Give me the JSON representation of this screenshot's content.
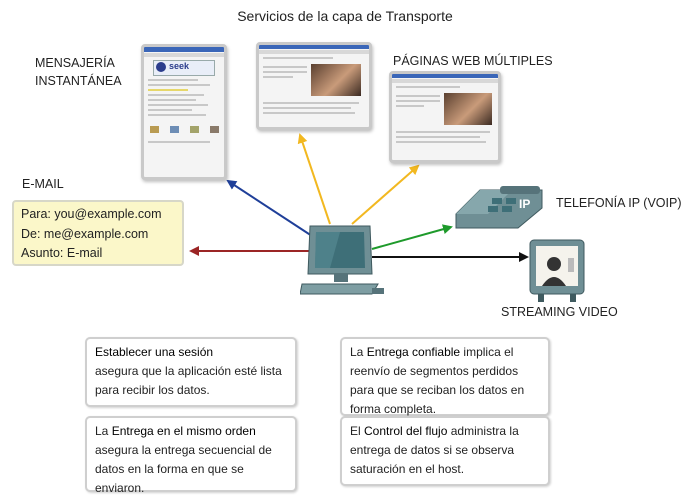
{
  "title": "Servicios de la capa de Transporte",
  "labels": {
    "im": [
      "MENSAJERÍA",
      "INSTANTÁNEA"
    ],
    "web": "PÁGINAS WEB MÚLTIPLES",
    "email": "E-MAIL",
    "voip": "TELEFONÍA IP (VOIP)",
    "video": "STREAMING VIDEO"
  },
  "email": {
    "to": "Para: you@example.com",
    "from": "De: me@example.com",
    "subject": "Asunto: E-mail"
  },
  "im_window": {
    "brand": "seek"
  },
  "phone_key": "IP",
  "info_boxes": {
    "session": {
      "head": "Establecer una sesión",
      "body": "asegura que la aplicación esté lista para recibir los datos."
    },
    "order": {
      "pre": "La ",
      "key": "Entrega en el mismo orden",
      "body": "asegura la entrega secuencial de datos en la forma en que se enviaron."
    },
    "reliable": {
      "pre": "La ",
      "key": "Entrega confiable",
      "body": " implica el reenvío de segmentos perdidos para que se reciban los datos en forma completa."
    },
    "flow": {
      "pre": "El ",
      "key": "Control del flujo",
      "body": " administra la entrega de datos si se observa saturación en el host."
    }
  },
  "colors": {
    "arrow_im": "#1f3f99",
    "arrow_email": "#9b2525",
    "arrow_web": "#f2b820",
    "arrow_voip": "#1e9a2b",
    "arrow_video": "#111111",
    "email_bg": "#fbf7c9",
    "device": "#6f8f95"
  }
}
